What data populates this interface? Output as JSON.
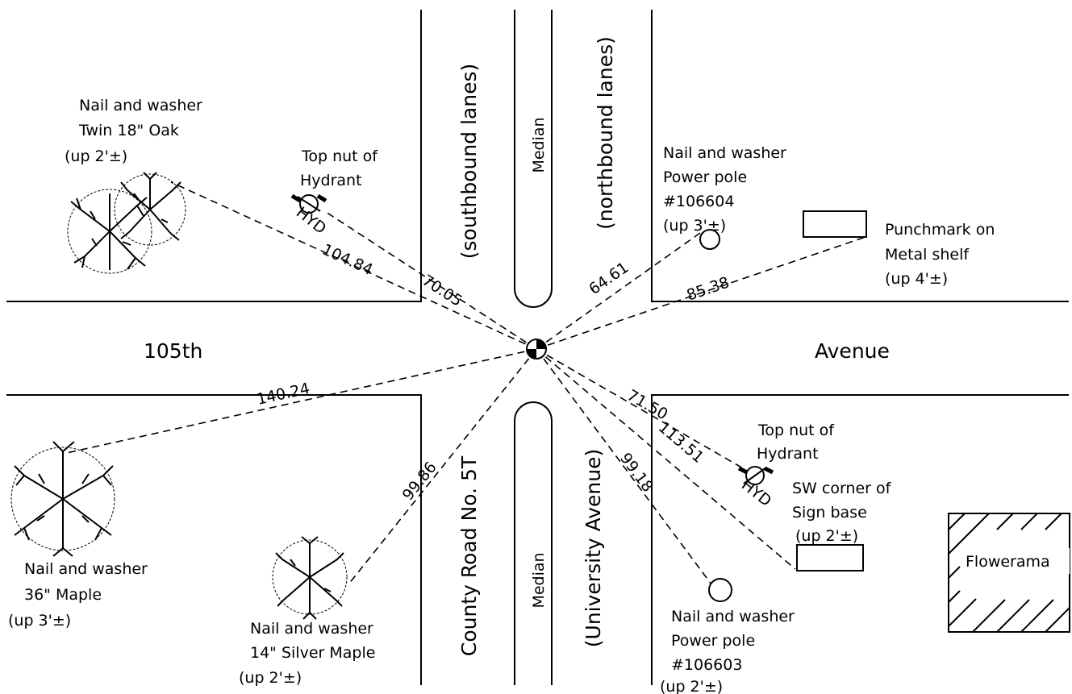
{
  "streets": {
    "east_west_left": "105th",
    "east_west_right": "Avenue",
    "southbound": "(southbound lanes)",
    "northbound": "(northbound lanes)",
    "median_north": "Median",
    "median_south": "Median",
    "county_road": "County Road No. 5T",
    "university": "(University Avenue)"
  },
  "features": {
    "oak": [
      "Nail and washer",
      "Twin 18\" Oak",
      "(up 2'±)"
    ],
    "hydrant_nw": [
      "Top nut of",
      "Hydrant"
    ],
    "pole_ne": [
      "Nail and washer",
      "Power pole",
      "#106604",
      "(up 3'±)"
    ],
    "shelf": [
      "Punchmark on",
      "Metal shelf",
      "(up 4'±)"
    ],
    "maple36": [
      "Nail and washer",
      "36\" Maple",
      "(up 3'±)"
    ],
    "silver_maple": [
      "Nail and washer",
      "14\" Silver Maple",
      "(up 2'±)"
    ],
    "hydrant_se": [
      "Top nut of",
      "Hydrant"
    ],
    "sign": [
      "SW corner of",
      "Sign base",
      "(up 2'±)"
    ],
    "pole_se": [
      "Nail and washer",
      "Power pole",
      "#106603",
      "(up 2'±)"
    ],
    "flowerama": "Flowerama",
    "hyd_tag": "HYD"
  },
  "distances": {
    "oak": "104.84",
    "hydrant_nw": "70.05",
    "pole_ne": "64.61",
    "shelf": "85.38",
    "maple36": "140.24",
    "silver_maple": "99.86",
    "hydrant_se": "71.50",
    "sign": "113.51",
    "pole_se": "99.18"
  }
}
